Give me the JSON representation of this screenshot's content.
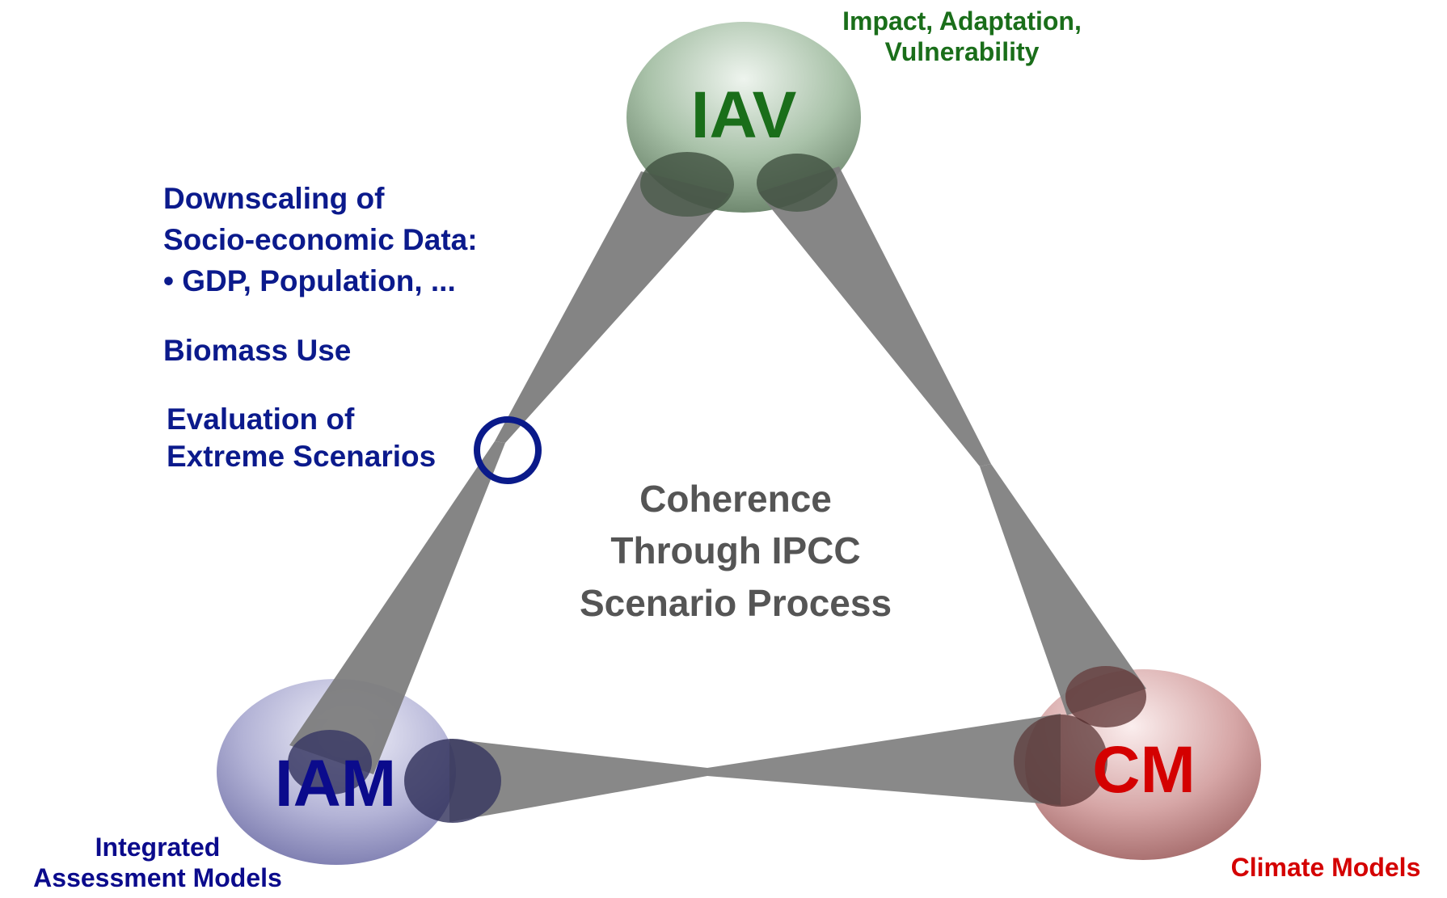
{
  "nodes": {
    "iav": {
      "abbr": "IAV",
      "name_line1": "Impact, Adaptation,",
      "name_line2": "Vulnerability",
      "color": "#1a6e1a"
    },
    "iam": {
      "abbr": "IAM",
      "name_line1": "Integrated",
      "name_line2": "Assessment Models",
      "color": "#0b0b8c"
    },
    "cm": {
      "abbr": "CM",
      "name": "Climate Models",
      "color": "#d40000"
    }
  },
  "center": {
    "line1": "Coherence",
    "line2": "Through IPCC",
    "line3": "Scenario Process",
    "color": "#555555"
  },
  "annotations": {
    "downscaling_line1": "Downscaling of",
    "downscaling_line2": "Socio-economic Data:",
    "downscaling_line3": "• GDP, Population, ...",
    "biomass": "Biomass Use",
    "evaluation_line1": "Evaluation of",
    "evaluation_line2": "Extreme Scenarios",
    "color": "#0b1a8c"
  }
}
